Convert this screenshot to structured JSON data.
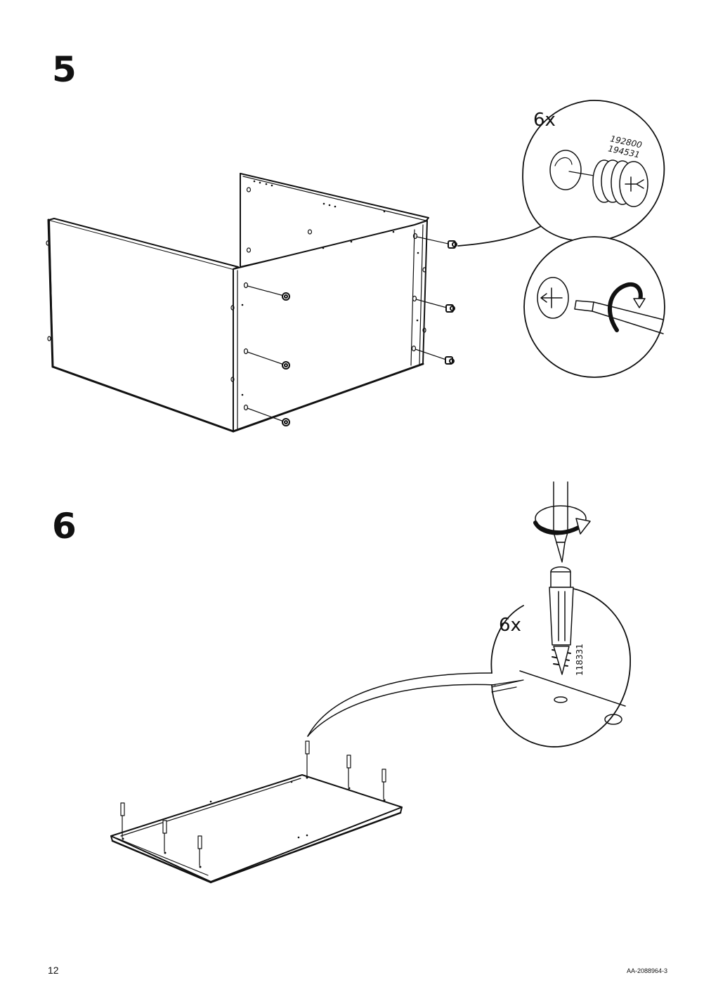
{
  "steps": [
    {
      "number": "5",
      "quantity": "6x",
      "part_numbers": [
        "192800",
        "194531"
      ]
    },
    {
      "number": "6",
      "quantity": "6x",
      "part_numbers": [
        "118331"
      ]
    }
  ],
  "footer": {
    "page_number": "12",
    "document_id": "AA-2088964-3"
  },
  "icons": [
    "cam-lock-fitting-icon",
    "screwdriver-icon",
    "rotation-arrow-icon",
    "dowel-screw-icon"
  ]
}
